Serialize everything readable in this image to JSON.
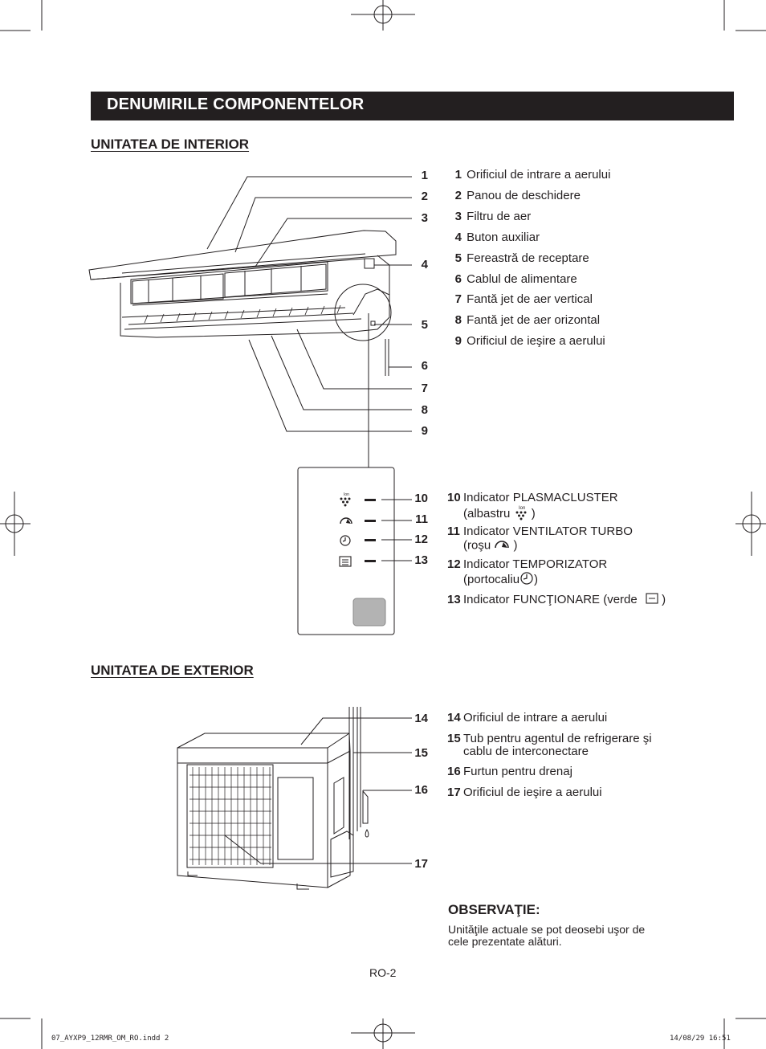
{
  "header": {
    "title": "DENUMIRILE COMPONENTELOR"
  },
  "indoor": {
    "heading": "UNITATEA DE INTERIOR",
    "callouts": [
      "1",
      "2",
      "3",
      "4",
      "5",
      "6",
      "7",
      "8",
      "9"
    ],
    "parts": [
      {
        "n": "1",
        "label": "Orificiul de intrare a aerului"
      },
      {
        "n": "2",
        "label": "Panou de deschidere"
      },
      {
        "n": "3",
        "label": "Filtru de aer"
      },
      {
        "n": "4",
        "label": "Buton auxiliar"
      },
      {
        "n": "5",
        "label": "Fereastră de receptare"
      },
      {
        "n": "6",
        "label": "Cablul de alimentare"
      },
      {
        "n": "7",
        "label": "Fantă jet de aer vertical"
      },
      {
        "n": "8",
        "label": "Fantă jet de aer orizontal"
      },
      {
        "n": "9",
        "label": "Orificiul de ieşire a aerului"
      }
    ]
  },
  "indicators": {
    "callouts": [
      "10",
      "11",
      "12",
      "13"
    ],
    "items": [
      {
        "n": "10",
        "line1": "Indicator PLASMACLUSTER",
        "line2a": "(albastru",
        "line2b": ")",
        "icon": "plasmacluster-ion-icon"
      },
      {
        "n": "11",
        "line1": "Indicator VENTILATOR TURBO",
        "line2a": "(roşu",
        "line2b": ")",
        "icon": "turbo-fan-icon"
      },
      {
        "n": "12",
        "line1": "Indicator TEMPORIZATOR",
        "line2a": "(portocaliu",
        "line2b": ")",
        "icon": "clock-timer-icon"
      },
      {
        "n": "13",
        "line1a": "Indicator FUNCŢIONARE (verde",
        "line1b": ")",
        "icon": "operation-icon"
      }
    ],
    "ion_label": "Ion"
  },
  "outdoor": {
    "heading": "UNITATEA DE EXTERIOR",
    "callouts": [
      "14",
      "15",
      "16",
      "17"
    ],
    "parts": [
      {
        "n": "14",
        "label": "Orificiul de intrare a aerului"
      },
      {
        "n": "15",
        "line1": "Tub pentru agentul de refrigerare şi",
        "line2": "cablu de interconectare"
      },
      {
        "n": "16",
        "label": "Furtun pentru drenaj"
      },
      {
        "n": "17",
        "label": "Orificiul de ieşire a aerului"
      }
    ]
  },
  "note": {
    "heading": "OBSERVAŢIE:",
    "line1": "Unităţile actuale se pot deosebi uşor de",
    "line2": "cele prezentate alături."
  },
  "footer": {
    "page": "RO-2",
    "file": "07_AYXP9_12RMR_OM_RO.indd  2",
    "stamp": "14/08/29  16:51"
  },
  "colors": {
    "banner": "#231f20",
    "text": "#231f20",
    "display_button": "#b3b3b3"
  }
}
